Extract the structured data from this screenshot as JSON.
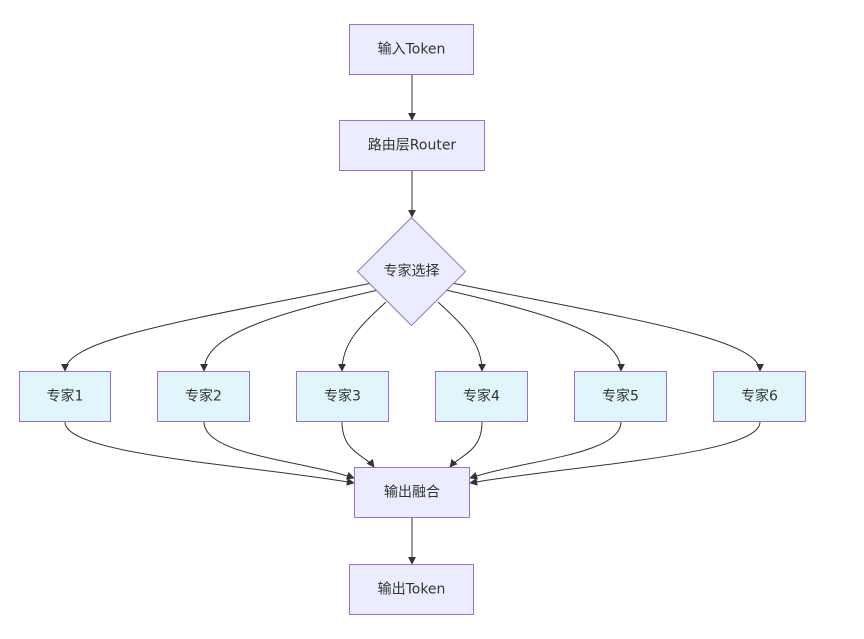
{
  "colors": {
    "node_fill": "#ECECFF",
    "expert_fill": "#E0F6FB",
    "node_border": "#9370DB",
    "edge": "#333333",
    "text": "#333333"
  },
  "nodes": {
    "input": "输入Token",
    "router": "路由层Router",
    "select": "专家选择",
    "experts": [
      "专家1",
      "专家2",
      "专家3",
      "专家4",
      "专家5",
      "专家6"
    ],
    "fusion": "输出融合",
    "output": "输出Token"
  }
}
